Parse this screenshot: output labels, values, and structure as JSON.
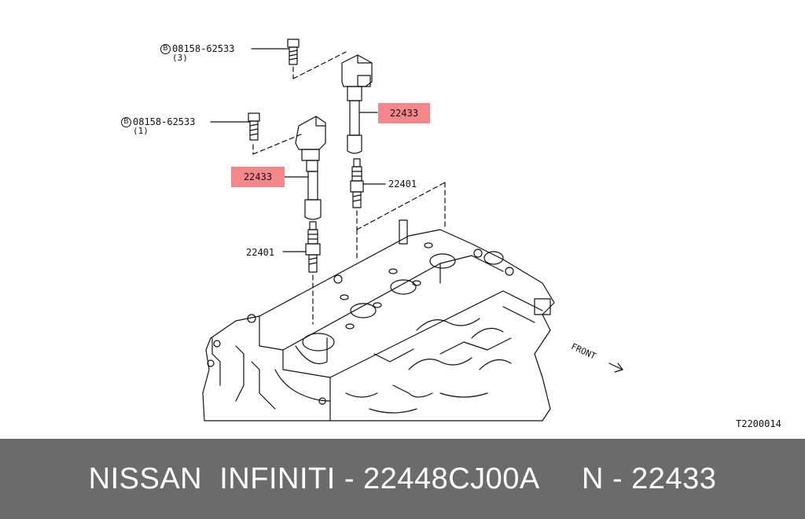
{
  "labels": {
    "bolt_top": {
      "prefix": "B",
      "part": "08158-62533",
      "qty": "(3)"
    },
    "bolt_left": {
      "prefix": "B",
      "part": "08158-62533",
      "qty": "(1)"
    },
    "coil_right": "22433",
    "coil_left": "22433",
    "plug_right": "22401",
    "plug_left": "22401"
  },
  "front_label": "FRONT",
  "diagram_code": "T2200014",
  "footer": {
    "text": "NISSAN  INFINITI - 22448CJ00A     N - 22433"
  },
  "colors": {
    "highlight": "#f4878c",
    "footer_bg": "#6b6b6b",
    "footer_text": "#ffffff",
    "line": "#111111"
  }
}
